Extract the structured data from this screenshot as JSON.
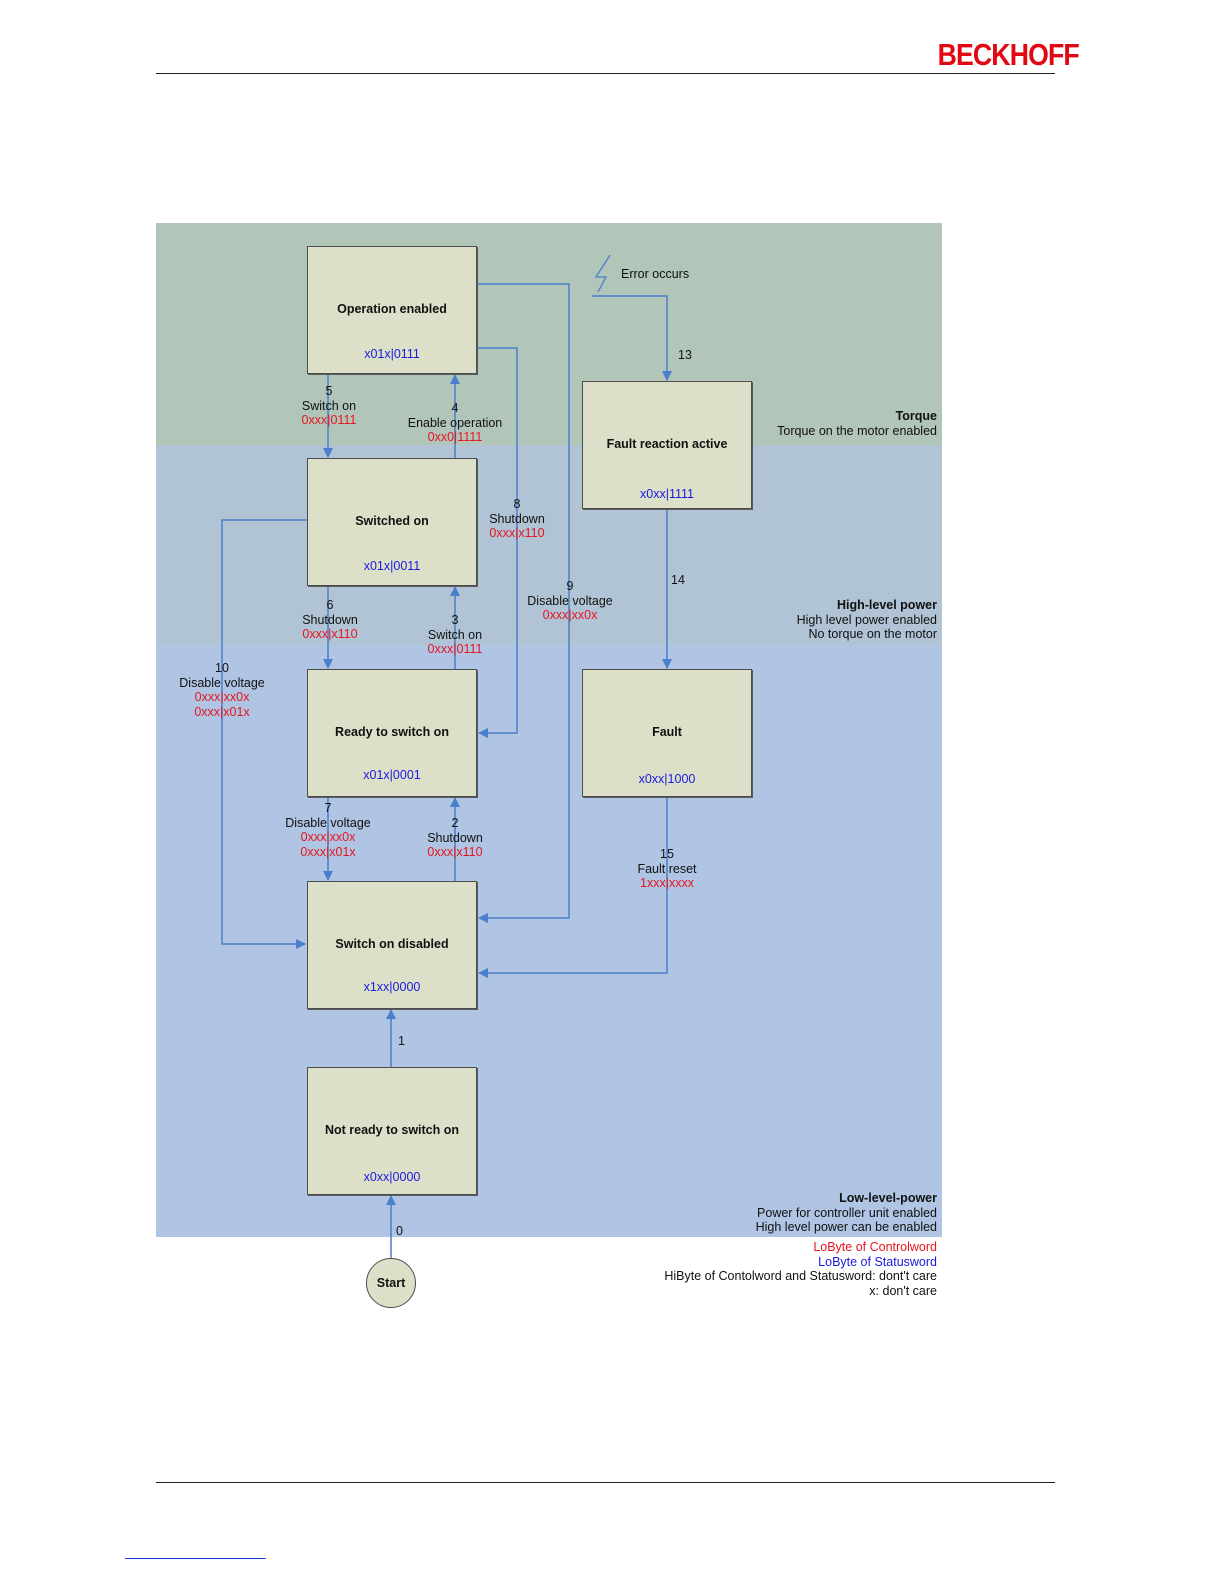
{
  "header": {
    "logo_text": "BECKHOFF"
  },
  "zones": {
    "torque": {
      "title": "Torque",
      "lines": [
        "Torque on the motor enabled"
      ],
      "color": "#b1c5b9"
    },
    "high": {
      "title": "High-level power",
      "lines": [
        "High level power enabled",
        "No torque on the motor"
      ],
      "color": "#b1c4d5"
    },
    "low": {
      "title": "Low-level-power",
      "lines": [
        "Power for controller unit enabled",
        "High level power can be enabled"
      ],
      "color": "#b0c4e3"
    }
  },
  "states": {
    "operation_enabled": {
      "title": "Operation enabled",
      "code": "x01x|0111"
    },
    "switched_on": {
      "title": "Switched on",
      "code": "x01x|0011"
    },
    "ready_to_switch_on": {
      "title": "Ready to switch on",
      "code": "x01x|0001"
    },
    "switch_on_disabled": {
      "title": "Switch on disabled",
      "code": "x1xx|0000"
    },
    "not_ready_to_switch_on": {
      "title": "Not ready to switch on",
      "code": "x0xx|0000"
    },
    "fault_reaction_active": {
      "title": "Fault reaction active",
      "code": "x0xx|1111"
    },
    "fault": {
      "title": "Fault",
      "code": "x0xx|1000"
    },
    "start": {
      "title": "Start"
    }
  },
  "transitions": {
    "t0": {
      "num": "0"
    },
    "t1": {
      "num": "1"
    },
    "t2": {
      "num": "2",
      "name": "Shutdown",
      "codes": [
        "0xxx|x110"
      ]
    },
    "t3": {
      "num": "3",
      "name": "Switch on",
      "codes": [
        "0xxx|0111"
      ]
    },
    "t4": {
      "num": "4",
      "name": "Enable operation",
      "codes": [
        "0xx0|1111"
      ]
    },
    "t5": {
      "num": "5",
      "name": "Switch on",
      "codes": [
        "0xxx|0111"
      ]
    },
    "t6": {
      "num": "6",
      "name": "Shutdown",
      "codes": [
        "0xxx|x110"
      ]
    },
    "t7": {
      "num": "7",
      "name": "Disable voltage",
      "codes": [
        "0xxx|xx0x",
        "0xxx|x01x"
      ]
    },
    "t8": {
      "num": "8",
      "name": "Shutdown",
      "codes": [
        "0xxx|x110"
      ]
    },
    "t9": {
      "num": "9",
      "name": "Disable voltage",
      "codes": [
        "0xxx|xx0x"
      ]
    },
    "t10": {
      "num": "10",
      "name": "Disable voltage",
      "codes": [
        "0xxx|xx0x",
        "0xxx|x01x"
      ]
    },
    "t13": {
      "num": "13"
    },
    "t14": {
      "num": "14"
    },
    "t15": {
      "num": "15",
      "name": "Fault reset",
      "codes": [
        "1xxx|xxxx"
      ]
    },
    "error": {
      "name": "Error occurs"
    }
  },
  "legend": {
    "control": "LoByte of Controlword",
    "status": "LoByte of Statusword",
    "hibyte": "HiByte of Contolword and Statusword: dont't care",
    "x": "x: don't care"
  },
  "colors": {
    "arrow": "#4a7fcc",
    "code_red": "#e8141e",
    "code_blue": "#1a1adf",
    "state_fill": "#dde0c8"
  }
}
